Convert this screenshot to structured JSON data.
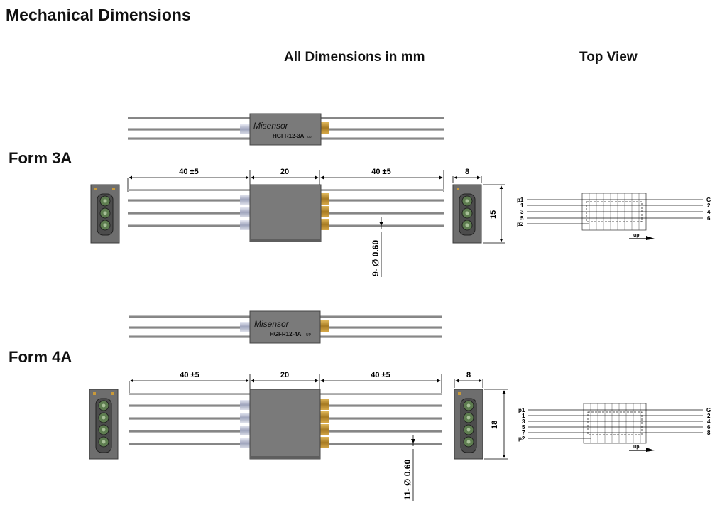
{
  "page_title": "Mechanical Dimensions",
  "units_note": "All Dimensions in mm",
  "top_view_label": "Top View",
  "forms": [
    {
      "label": "Form 3A",
      "brand": "Misensor",
      "model": "HGFR12-3A",
      "model_mark": "up",
      "dim_left": "40 ±5",
      "dim_body": "20",
      "dim_right": "40 ±5",
      "dim_width": "8",
      "dim_height": "15",
      "pin_note": "9- ∅ 0.60",
      "pins_left": [
        "p1",
        "1",
        "3",
        "5",
        "p2"
      ],
      "pins_right": [
        "G",
        "2",
        "4",
        "6"
      ],
      "up_label": "up"
    },
    {
      "label": "Form 4A",
      "brand": "Misensor",
      "model": "HGFR12-4A",
      "model_mark": "UP",
      "dim_left": "40 ±5",
      "dim_body": "20",
      "dim_right": "40 ±5",
      "dim_width": "8",
      "dim_height": "18",
      "pin_note": "11- ∅ 0.60",
      "pins_left": [
        "p1",
        "1",
        "3",
        "5",
        "7",
        "p2"
      ],
      "pins_right": [
        "G",
        "2",
        "4",
        "6",
        "8"
      ],
      "up_label": "up"
    }
  ],
  "colors": {
    "body": "#7a7a7a",
    "body_edge": "#4a4a4a",
    "lead": "#9a9a9a",
    "gold": "#b8892c",
    "silver": "#c4c8d8"
  }
}
